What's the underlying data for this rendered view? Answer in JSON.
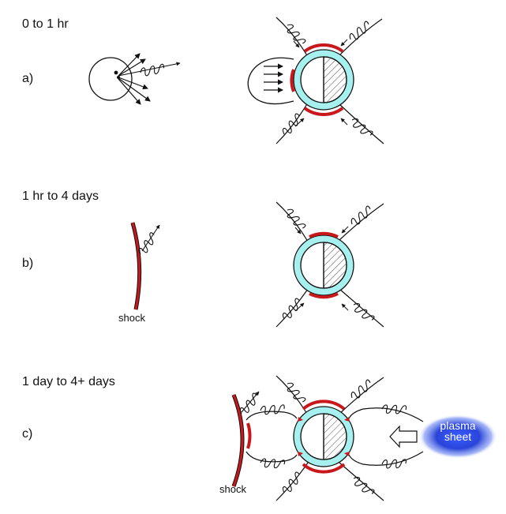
{
  "panels": [
    {
      "time_label": "0 to 1 hr",
      "panel_label": "a)"
    },
    {
      "time_label": "1 hr to 4 days",
      "panel_label": "b)"
    },
    {
      "time_label": "1 day to 4+ days",
      "panel_label": "c)"
    }
  ],
  "shock_label": "shock",
  "plasma_sheet": {
    "line1": "plasma",
    "line2": "sheet"
  },
  "colors": {
    "red_belt": "#c8181c",
    "cyan_belt": "#a6f0f0",
    "outline": "#111111",
    "plasma_blue": "#2f4fe0"
  }
}
